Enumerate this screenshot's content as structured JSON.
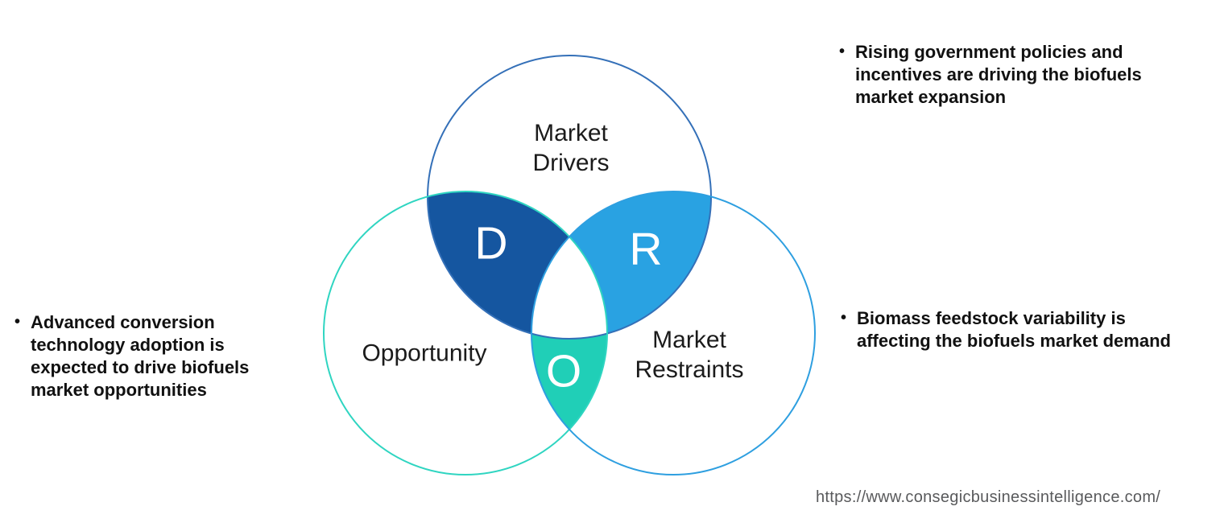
{
  "colors": {
    "d_fill": "#1556A0",
    "r_fill": "#29A2E2",
    "o_fill": "#20CFB7",
    "center_fill": "#FFFFFF",
    "drivers_stroke": "#3470B8",
    "restraints_stroke": "#2E9FE0",
    "opportunity_stroke": "#2FD5C1",
    "label_text": "#1b1b1b",
    "bullet_text": "#111111",
    "url_text": "#595a5c"
  },
  "venn": {
    "drivers": {
      "lines": [
        "Market",
        "Drivers"
      ],
      "letter": "D"
    },
    "restraints": {
      "lines": [
        "Market",
        "Restraints"
      ],
      "letter": "R"
    },
    "opportunity": {
      "lines": [
        "Opportunity"
      ],
      "letter": "O"
    }
  },
  "bullets": {
    "marker": "•",
    "top_right": {
      "lines": [
        "Rising government policies and",
        "incentives are driving the biofuels",
        "market expansion"
      ]
    },
    "right": {
      "lines": [
        "Biomass feedstock variability is",
        "affecting the biofuels market demand"
      ]
    },
    "left": {
      "lines": [
        "Advanced conversion",
        "technology adoption is",
        "expected to drive biofuels",
        "market opportunities"
      ]
    }
  },
  "footer": {
    "url": "https://www.consegicbusinessintelligence.com/"
  }
}
